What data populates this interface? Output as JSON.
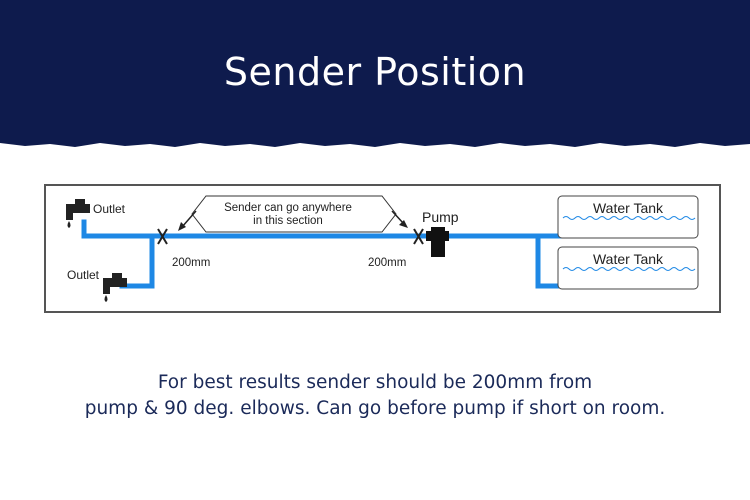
{
  "header": {
    "title": "Sender Position",
    "background_color": "#0e1b4d"
  },
  "diagram": {
    "pipe_color": "#1e88e5",
    "outlet_top_label": "Outlet",
    "outlet_bottom_label": "Outlet",
    "callout_line1": "Sender can go anywhere",
    "callout_line2": "in this section",
    "pump_label": "Pump",
    "dist_left": "200mm",
    "dist_right": "200mm",
    "tank_top_label": "Water Tank",
    "tank_bottom_label": "Water Tank"
  },
  "caption": {
    "line1": "For best results sender should be 200mm from",
    "line2": "pump & 90 deg. elbows. Can go before pump if short on room."
  }
}
